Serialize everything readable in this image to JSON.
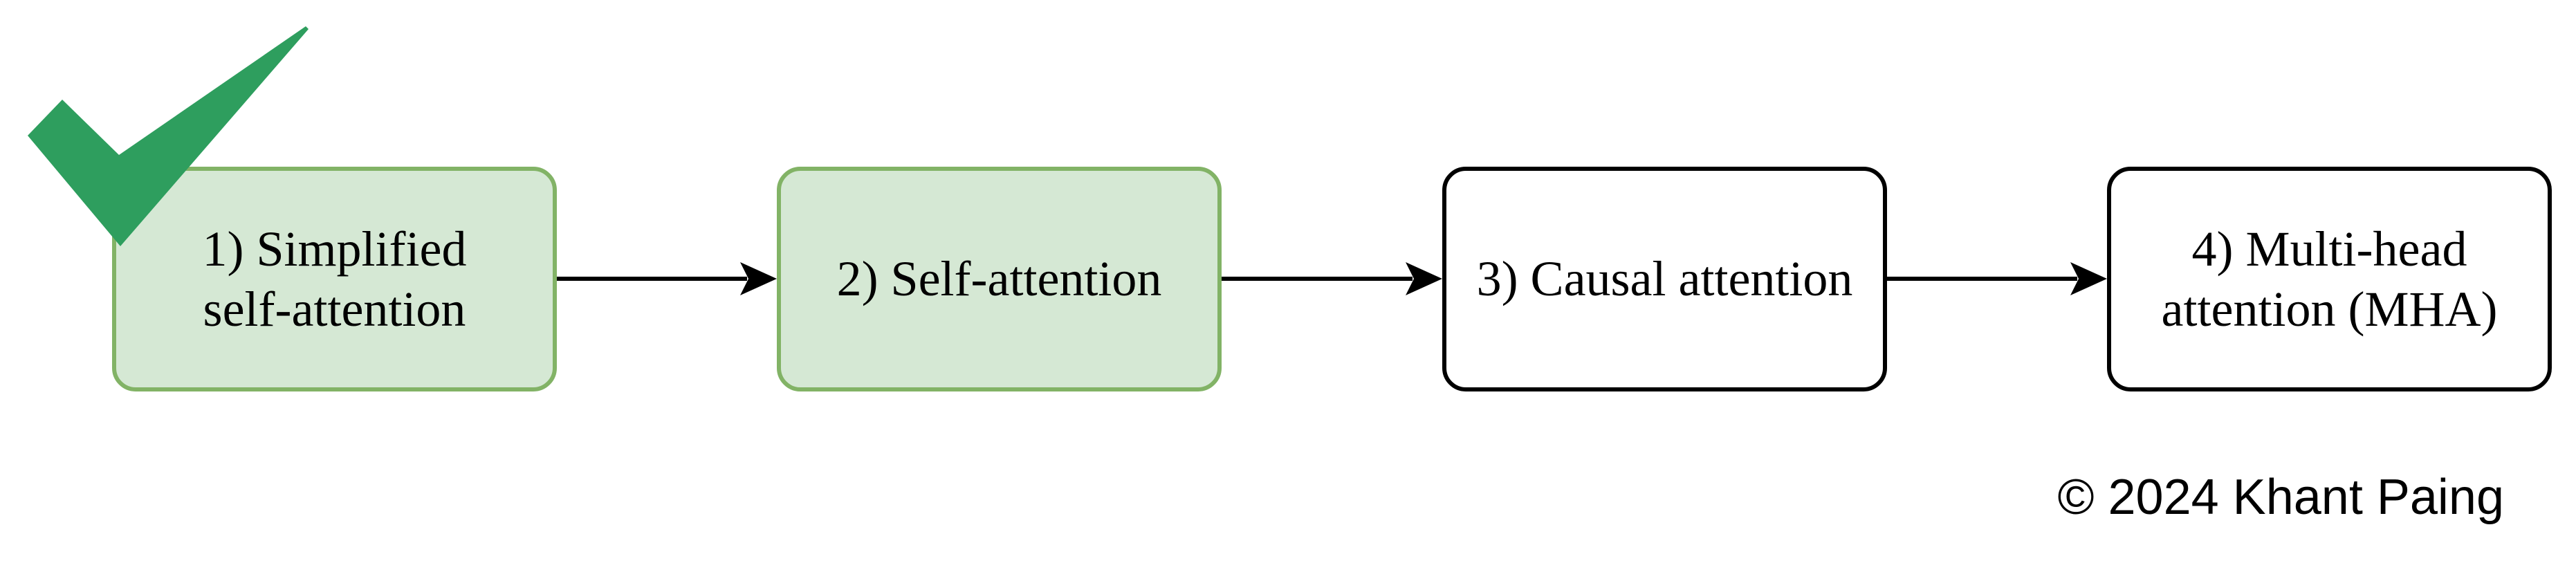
{
  "steps": [
    {
      "label": "1) Simplified\nself-attention",
      "status": "completed"
    },
    {
      "label": "2) Self-attention",
      "status": "completed"
    },
    {
      "label": "3) Causal attention",
      "status": "pending"
    },
    {
      "label": "4) Multi-head\nattention (MHA)",
      "status": "pending"
    }
  ],
  "colors": {
    "completed_fill": "#d5e8d4",
    "completed_border": "#82b366",
    "pending_fill": "#ffffff",
    "pending_border": "#000000",
    "checkmark": "#2e9e5e",
    "arrow": "#000000"
  },
  "icons": {
    "completed_marker": "checkmark-icon"
  },
  "footer": {
    "copyright": "© 2024 Khant Paing"
  }
}
